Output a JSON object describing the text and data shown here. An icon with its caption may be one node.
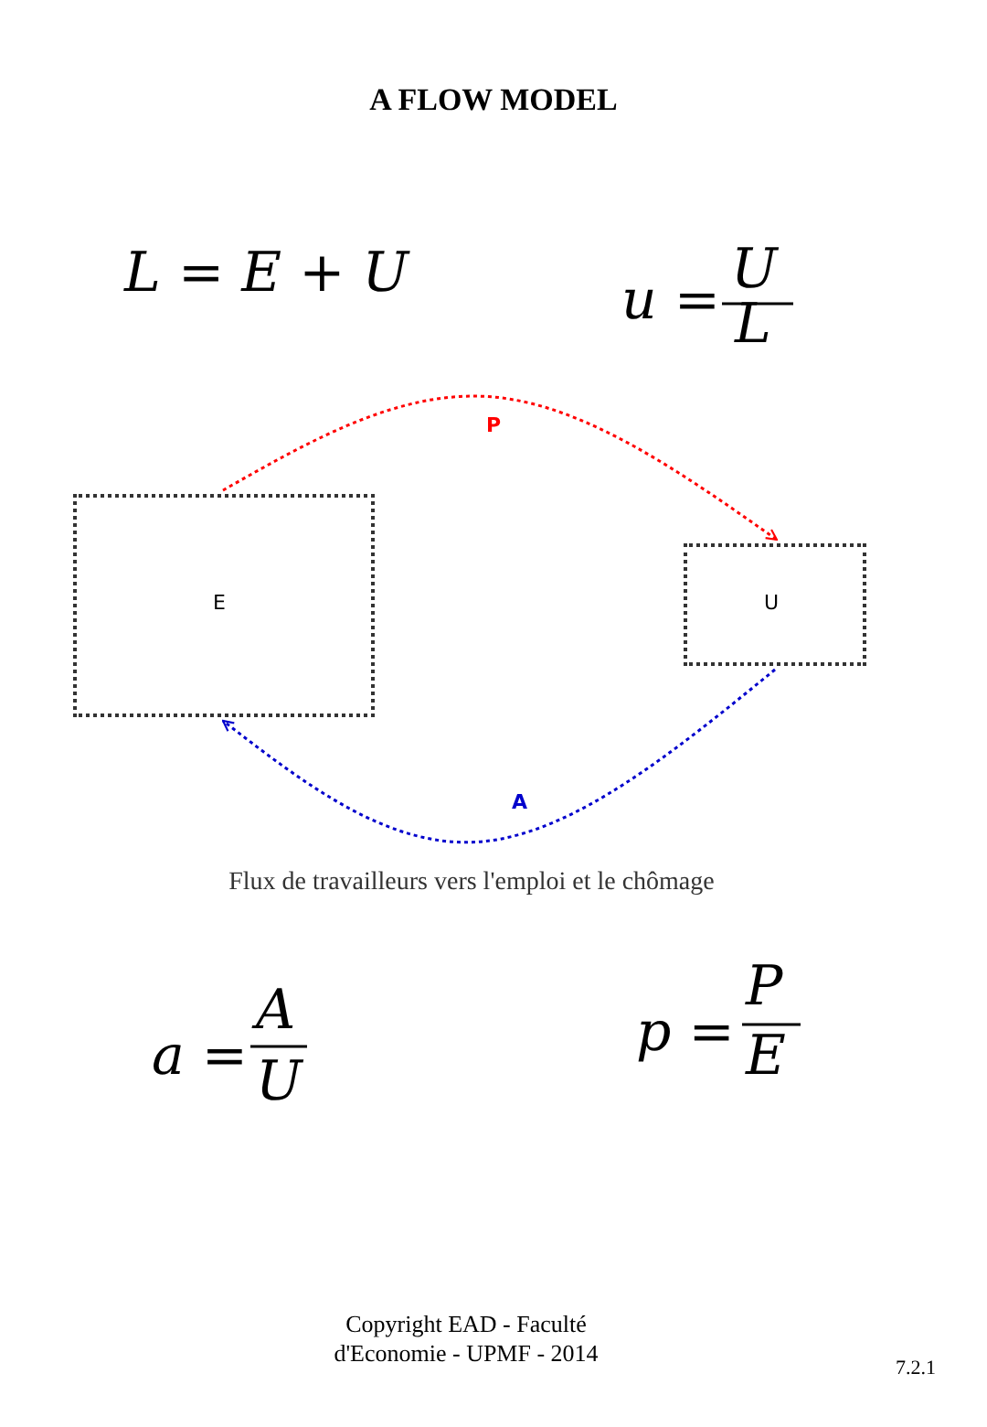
{
  "diagram": {
    "title": "A FLOW MODEL",
    "caption": "Flux de travailleurs vers l'emploi et le chômage",
    "nodes": [
      {
        "text": [
          "E"
        ]
      },
      {
        "text": [
          "U"
        ]
      }
    ],
    "edges": [
      {
        "from": 0,
        "to": 1,
        "arrow": "to",
        "label": "P",
        "style": "dashed",
        "color": "#ff0000"
      },
      {
        "from": 1,
        "to": 0,
        "arrow": "to",
        "label": "A",
        "style": "dashed",
        "color": "#0000cc"
      }
    ],
    "labels": [
      "L = E + U",
      "u =",
      "U",
      "L",
      "a =",
      "A",
      "U",
      "p =",
      "P",
      "E",
      "Copyright EAD - Faculté d'Economie - UPMF - 2014",
      "7.2.1"
    ]
  }
}
